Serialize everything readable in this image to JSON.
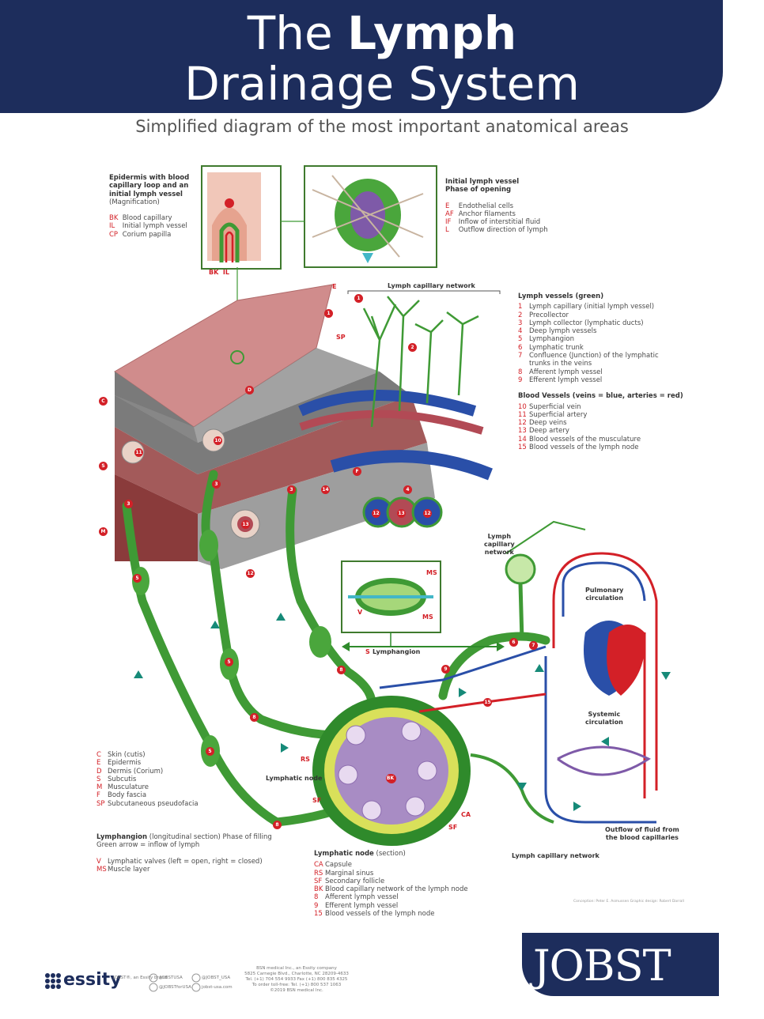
{
  "header": {
    "title_line1_a": "The",
    "title_line1_b": "Lymph",
    "title_line2": "Drainage System",
    "subtitle": "Simplified diagram of the most important anatomical areas"
  },
  "epidermis_box": {
    "title1": "Epidermis with blood",
    "title2": "capillary loop and an",
    "title3": "initial lymph vessel",
    "title4": "(Magnification)",
    "items": [
      {
        "code": "BK",
        "text": "Blood capillary"
      },
      {
        "code": "IL",
        "text": "Initial lymph vessel"
      },
      {
        "code": "CP",
        "text": "Corium papilla"
      }
    ]
  },
  "initial_vessel_box": {
    "title1": "Initial lymph vessel",
    "title2": "Phase of opening",
    "items": [
      {
        "code": "E",
        "text": "Endothelial cells"
      },
      {
        "code": "AF",
        "text": "Anchor filaments"
      },
      {
        "code": "IF",
        "text": "Inflow of interstitial fluid"
      },
      {
        "code": "L",
        "text": "Outflow direction of lymph"
      }
    ]
  },
  "lymph_vessels": {
    "heading": "Lymph vessels (green)",
    "items": [
      {
        "code": "1",
        "text": "Lymph capillary (initial lymph vessel)"
      },
      {
        "code": "2",
        "text": "Precollector"
      },
      {
        "code": "3",
        "text": "Lymph collector (lymphatic ducts)"
      },
      {
        "code": "4",
        "text": "Deep lymph vessels"
      },
      {
        "code": "5",
        "text": "Lymphangion"
      },
      {
        "code": "6",
        "text": "Lymphatic trunk"
      },
      {
        "code": "7",
        "text": "Confluence (Junction) of the lymphatic"
      },
      {
        "code": "",
        "text": "trunks in the veins"
      },
      {
        "code": "8",
        "text": "Afferent lymph vessel"
      },
      {
        "code": "9",
        "text": "Efferent lymph vessel"
      }
    ]
  },
  "blood_vessels": {
    "heading": "Blood Vessels (veins = blue, arteries = red)",
    "items": [
      {
        "code": "10",
        "text": "Superficial vein"
      },
      {
        "code": "11",
        "text": "Superficial artery"
      },
      {
        "code": "12",
        "text": "Deep veins"
      },
      {
        "code": "13",
        "text": "Deep artery"
      },
      {
        "code": "14",
        "text": "Blood vessels of the musculature"
      },
      {
        "code": "15",
        "text": "Blood vessels of the lymph node"
      }
    ]
  },
  "skin_layers": {
    "items": [
      {
        "code": "C",
        "text": "Skin (cutis)"
      },
      {
        "code": "E",
        "text": "Epidermis"
      },
      {
        "code": "D",
        "text": "Dermis (Corium)"
      },
      {
        "code": "S",
        "text": "Subcutis"
      },
      {
        "code": "M",
        "text": "Musculature"
      },
      {
        "code": "F",
        "text": "Body fascia"
      },
      {
        "code": "SP",
        "text": "Subcutaneous pseudofacia"
      }
    ]
  },
  "lymphangion_legend": {
    "title": "Lymphangion",
    "title_rest": "(longitudinal section) Phase of filling",
    "line2": "Green arrow = inflow of lymph",
    "items": [
      {
        "code": "V",
        "text": "Lymphatic valves (left = open, right = closed)"
      },
      {
        "code": "MS",
        "text": "Muscle layer"
      }
    ]
  },
  "node_legend": {
    "title": "Lymphatic node",
    "title_rest": "(section)",
    "items": [
      {
        "code": "CA",
        "text": "Capsule"
      },
      {
        "code": "RS",
        "text": "Marginal sinus"
      },
      {
        "code": "SF",
        "text": "Secondary follicle"
      },
      {
        "code": "BK",
        "text": "Blood capillary network of the lymph node"
      },
      {
        "code": "8",
        "text": "Afferent lymph vessel"
      },
      {
        "code": "9",
        "text": "Efferent lymph vessel"
      },
      {
        "code": "15",
        "text": "Blood vessels of the lymph node"
      }
    ]
  },
  "labels": {
    "lymph_capillary_network_top": "Lymph capillary network",
    "lymph_capillary_network_side1": "Lymph",
    "lymph_capillary_network_side2": "capillary",
    "lymph_capillary_network_side3": "network",
    "pulmonary1": "Pulmonary",
    "pulmonary2": "circulation",
    "systemic1": "Systemic",
    "systemic2": "circulation",
    "lymphangion": "Lymphangion",
    "lymphatic_node": "Lymphatic node",
    "outflow1": "Outflow of fluid from",
    "outflow2": "the blood capillaries",
    "lymph_capillary_network_bottom": "Lymph capillary network"
  },
  "footer": {
    "credit": "Conception: Peter E. Asmussen   Graphic design: Robert Darrall",
    "essity": "essity",
    "essity_sub": "JOBST®, an Essity brand",
    "social1": "/JOBSTUSA",
    "social2": "@JOBST_USA",
    "social3": "@JOBSTforUSA",
    "social4": "jobst-usa.com",
    "addr1": "BSN medical Inc., an Essity company",
    "addr2": "5825 Carnegie Blvd., Charlotte, NC 28209-4633",
    "addr3": "Tel. (+1) 704 554 9933  Fax (+1) 800 835 4325",
    "addr4": "To order toll-free: Tel. (+1) 800 537 1063",
    "addr5": "©2019 BSN medical Inc.",
    "brand": "JOBST"
  },
  "colors": {
    "navy": "#1d2d5c",
    "lymph_green": "#3f9a35",
    "vein_blue": "#2a4fa8",
    "artery_red": "#d32027",
    "teal_arrow": "#168a78"
  }
}
